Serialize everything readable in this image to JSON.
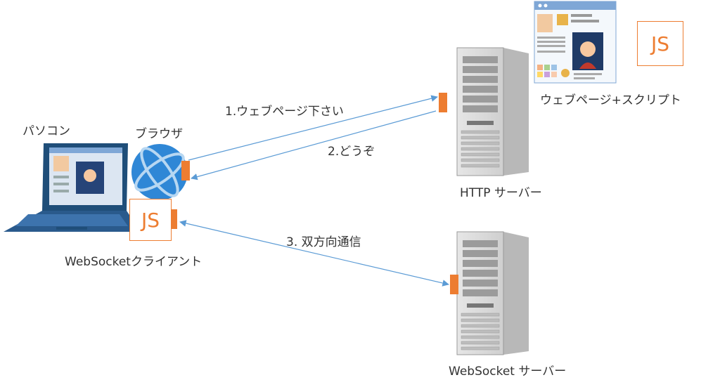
{
  "labels": {
    "pc": "パソコン",
    "browser": "ブラウザ",
    "ws_client": "WebSocketクライアント",
    "http_server": "HTTP サーバー",
    "ws_server": "WebSocket サーバー",
    "webpage_script": "ウェブページ+スクリプト"
  },
  "arrows": {
    "request": "1.ウェブページ下さい",
    "response": "2.どうぞ",
    "bidirectional": "3. 双方向通信"
  },
  "js_badges": {
    "client": "JS",
    "server_page": "JS"
  },
  "colors": {
    "accent": "#ED7D31",
    "arrow": "#5B9BD5"
  }
}
